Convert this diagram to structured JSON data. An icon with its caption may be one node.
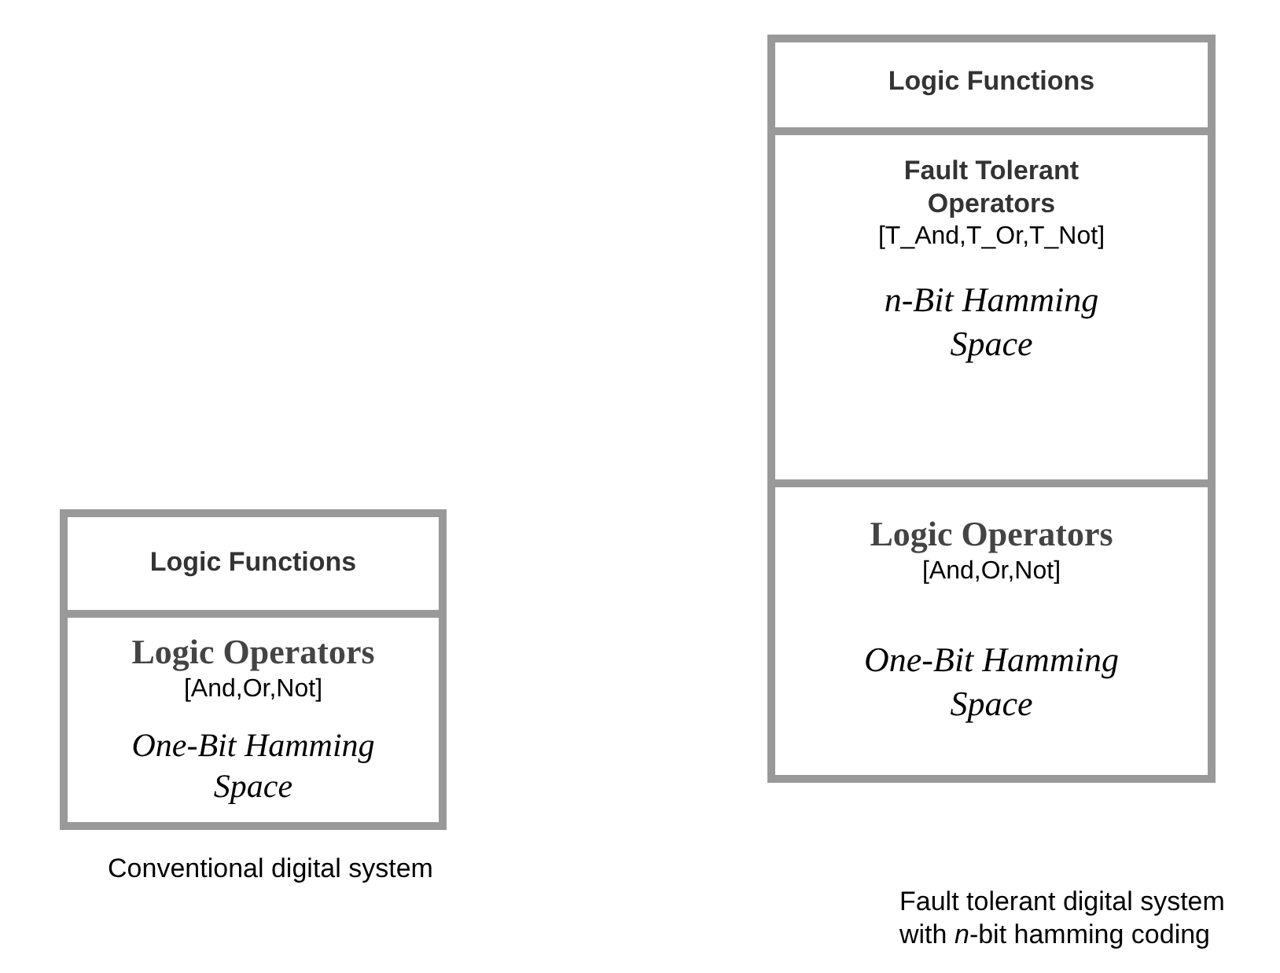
{
  "diagram": {
    "nodes": [
      {
        "text": [
          "Logic Functions"
        ]
      },
      {
        "text": [
          "Logic Operators",
          "[And,Or,Not]",
          "One-Bit Hamming Space"
        ]
      },
      {
        "text": [
          "Logic Functions"
        ]
      },
      {
        "text": [
          "Fault Tolerant Operators",
          "[T_And,T_Or,T_Not]",
          "n-Bit Hamming Space"
        ]
      },
      {
        "text": [
          "Logic Operators",
          "[And,Or,Not]",
          "One-Bit Hamming Space"
        ]
      }
    ],
    "labels": [
      "Conventional digital system",
      "Fault tolerant digital system with *n*-bit hamming coding"
    ]
  }
}
